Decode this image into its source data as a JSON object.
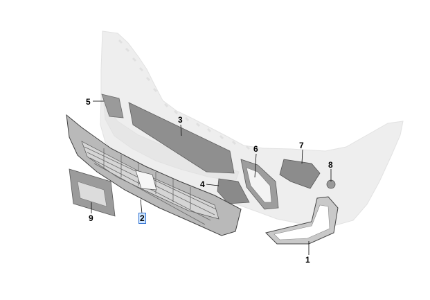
{
  "diagram": {
    "callouts": [
      {
        "id": "1",
        "label": "1",
        "selected": false
      },
      {
        "id": "2",
        "label": "2",
        "selected": true
      },
      {
        "id": "3",
        "label": "3",
        "selected": false
      },
      {
        "id": "4",
        "label": "4",
        "selected": false
      },
      {
        "id": "5",
        "label": "5",
        "selected": false
      },
      {
        "id": "6",
        "label": "6",
        "selected": false
      },
      {
        "id": "7",
        "label": "7",
        "selected": false
      },
      {
        "id": "8",
        "label": "8",
        "selected": false
      },
      {
        "id": "9",
        "label": "9",
        "selected": false
      }
    ]
  }
}
